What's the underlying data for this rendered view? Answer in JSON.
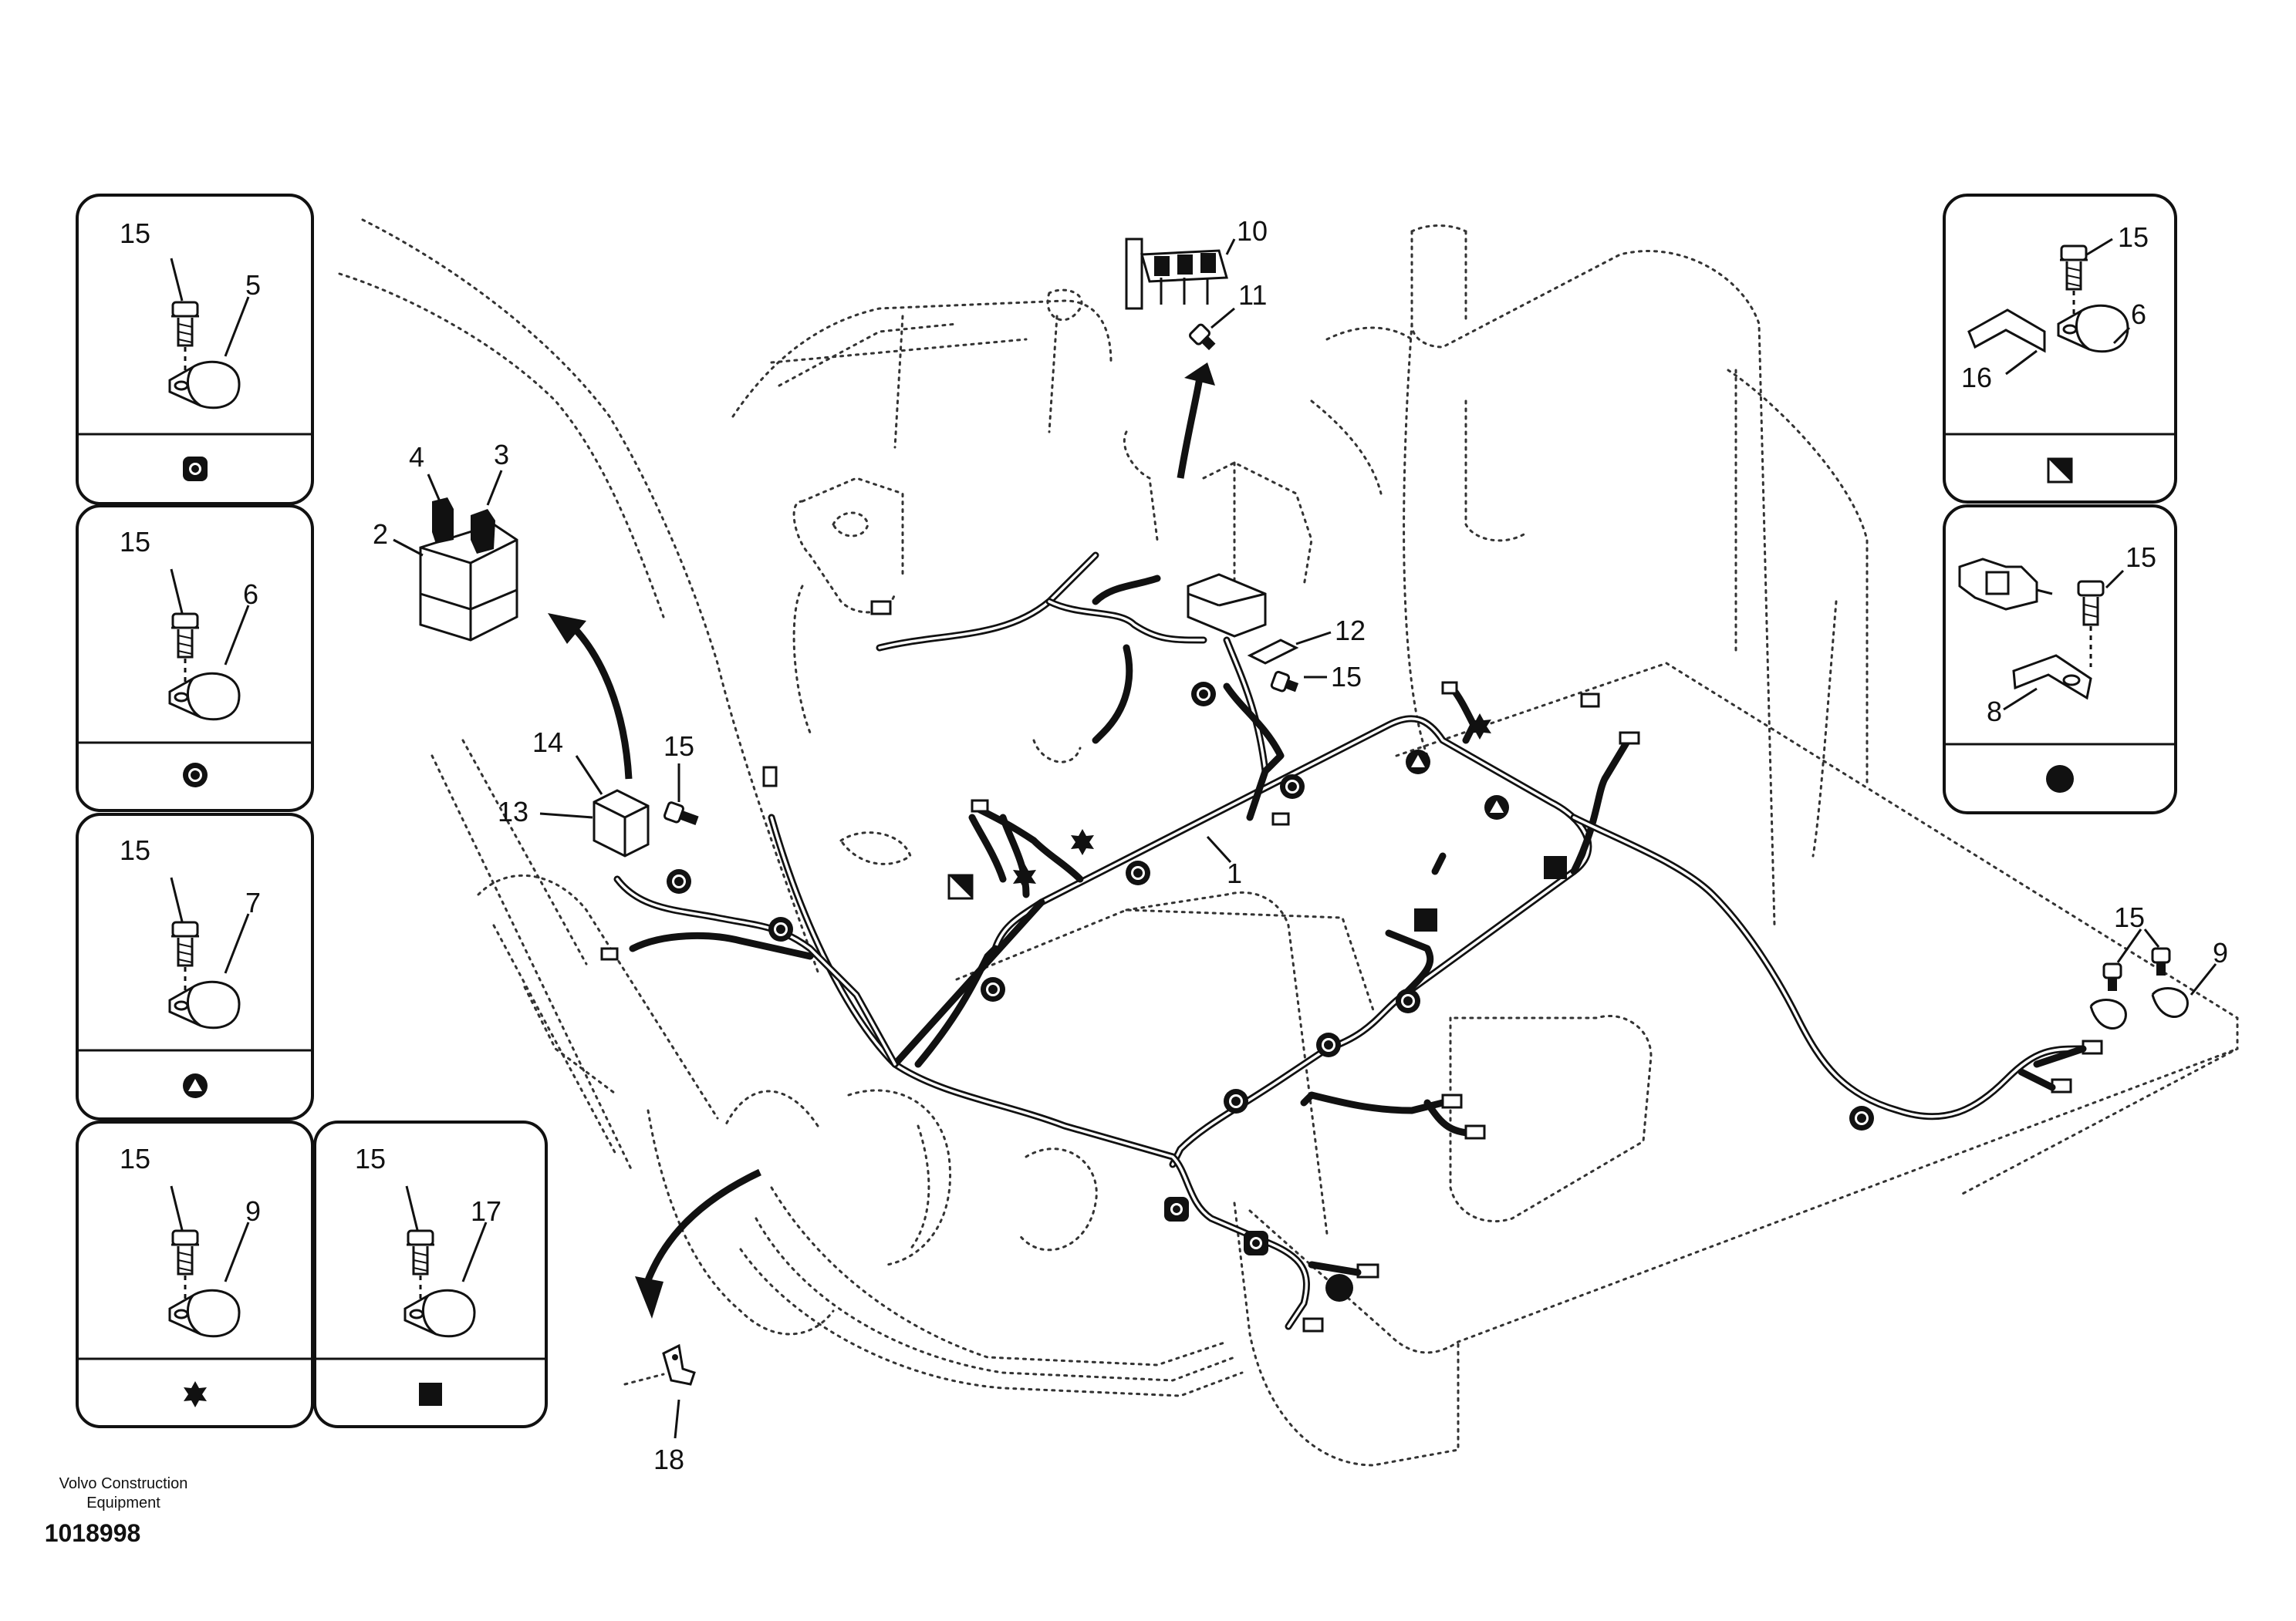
{
  "footer": {
    "maker_line1": "Volvo Construction",
    "maker_line2": "Equipment",
    "doc_number": "1018998"
  },
  "panels": [
    {
      "id": "p1",
      "screw": "15",
      "part": "5",
      "symbol": "circle-in-square"
    },
    {
      "id": "p2",
      "screw": "15",
      "part": "6",
      "symbol": "circle-in-circle"
    },
    {
      "id": "p3",
      "screw": "15",
      "part": "7",
      "symbol": "triangle-in-circle"
    },
    {
      "id": "p4",
      "screw": "15",
      "part": "9",
      "symbol": "star"
    },
    {
      "id": "p5",
      "screw": "15",
      "part": "17",
      "symbol": "square"
    },
    {
      "id": "p6",
      "screw": "15",
      "part": "6",
      "bracket": "16",
      "symbol": "half-square"
    },
    {
      "id": "p7",
      "screw": "15",
      "part": "8",
      "symbol": "filled-circle"
    }
  ],
  "callouts": {
    "harness": "1",
    "relay": "2",
    "fuse_a": "3",
    "fuse_b": "4",
    "fuse_holder": "10",
    "screw_top": "11",
    "bracket_top": "12",
    "screw_top_b": "15",
    "relay_bracket": "13",
    "relay_holder": "14",
    "screw_relay": "15",
    "screw_right": "15",
    "clamp_right": "9",
    "clip_bottom": "18"
  },
  "colors": {
    "ink": "#111111",
    "paper": "#ffffff"
  }
}
